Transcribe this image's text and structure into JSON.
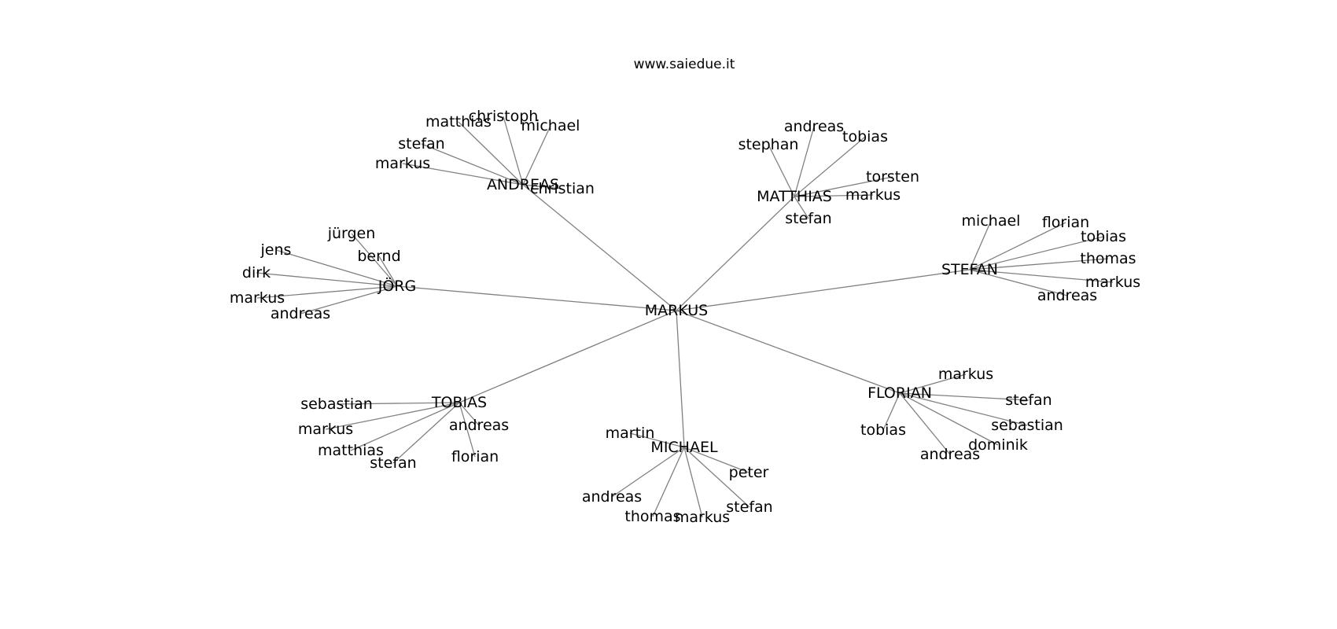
{
  "title": "www.saiedue.it",
  "graph": {
    "root": "MARKUS",
    "groups": [
      {
        "hub": "ANDREAS",
        "leaves": [
          "christoph",
          "matthias",
          "michael",
          "stefan",
          "markus",
          "christian"
        ]
      },
      {
        "hub": "MATTHIAS",
        "leaves": [
          "andreas",
          "tobias",
          "stephan",
          "torsten",
          "markus",
          "stefan"
        ]
      },
      {
        "hub": "STEFAN",
        "leaves": [
          "michael",
          "florian",
          "tobias",
          "thomas",
          "markus",
          "andreas"
        ]
      },
      {
        "hub": "JÖRG",
        "leaves": [
          "jürgen",
          "jens",
          "bernd",
          "dirk",
          "markus",
          "andreas"
        ]
      },
      {
        "hub": "TOBIAS",
        "leaves": [
          "sebastian",
          "markus",
          "andreas",
          "matthias",
          "stefan",
          "florian"
        ]
      },
      {
        "hub": "MICHAEL",
        "leaves": [
          "martin",
          "peter",
          "andreas",
          "stefan",
          "thomas",
          "markus"
        ]
      },
      {
        "hub": "FLORIAN",
        "leaves": [
          "markus",
          "stefan",
          "sebastian",
          "tobias",
          "dominik",
          "andreas"
        ]
      }
    ]
  }
}
